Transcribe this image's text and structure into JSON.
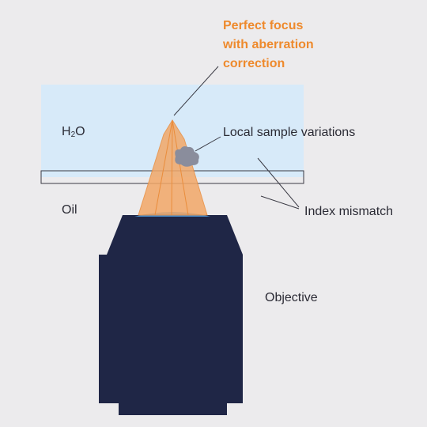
{
  "labels": {
    "focus": [
      "Perfect focus",
      "with aberration",
      "correction"
    ],
    "water_main": "H",
    "water_sub": "2",
    "water_tail": "O",
    "local_variations": "Local sample variations",
    "oil": "Oil",
    "index_mismatch": "Index mismatch",
    "objective": "Objective"
  },
  "colors": {
    "background": "#ecebed",
    "water": "#d7eaf9",
    "objective": "#1f2646",
    "lens": "#4a90d0",
    "light_cone": "#f2a868",
    "focus_text": "#ee8a2d",
    "sample_particle": "#8a8d9c",
    "leader_lines": "#3a3a44"
  }
}
